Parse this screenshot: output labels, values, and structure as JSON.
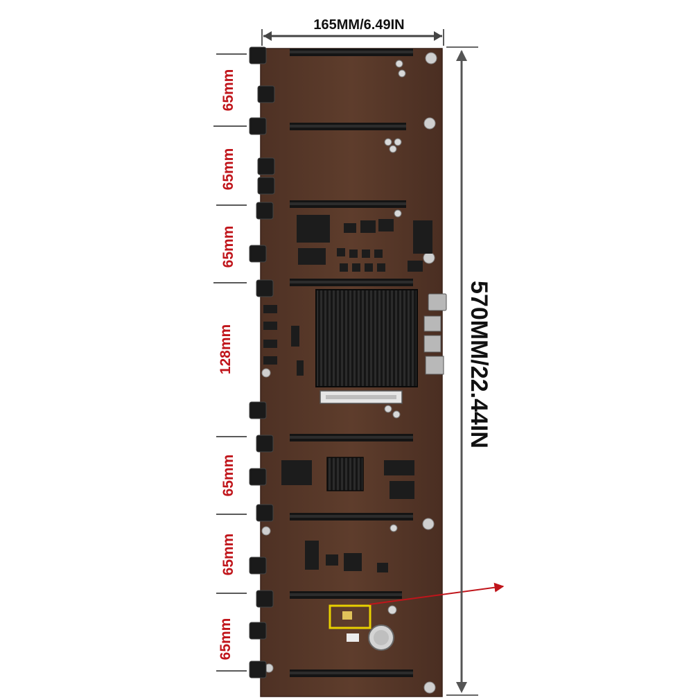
{
  "width_label": "165MM/6.49IN",
  "height_label": "570MM/22.44IN",
  "spacing_labels": [
    "65mm",
    "65mm",
    "65mm",
    "128mm",
    "65mm",
    "65mm",
    "65mm"
  ],
  "colors": {
    "spacing_label": "#c0151b",
    "dimension_label": "#111111",
    "board": "#5a3a2a",
    "pointer_arrow": "#c0151b",
    "highlight_box": "#e8d000"
  }
}
